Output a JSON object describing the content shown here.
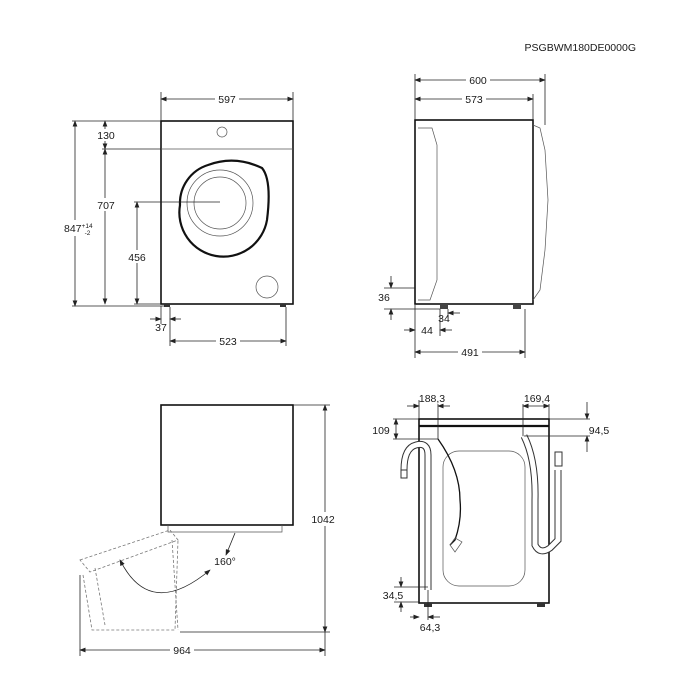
{
  "model_code": "PSGBWM180DE0000G",
  "front_view": {
    "width": "597",
    "height_main": "847",
    "height_tol_plus": "+14",
    "height_tol_minus": "-2",
    "top_panel": "130",
    "door_top": "707",
    "door_center": "456",
    "foot_offset": "37",
    "feet_span": "523"
  },
  "side_view": {
    "depth_total": "600",
    "depth_body": "573",
    "foot_height": "36",
    "foot_offset_a": "34",
    "foot_offset_b": "44",
    "feet_depth": "491"
  },
  "door_view": {
    "height_open": "1042",
    "width_open": "964",
    "door_angle": "160°"
  },
  "rear_view": {
    "cable_offset": "188,3",
    "hose_offset": "169,4",
    "top_left": "109",
    "top_right": "94,5",
    "bottom_height": "34,5",
    "bottom_offset": "64,3"
  }
}
